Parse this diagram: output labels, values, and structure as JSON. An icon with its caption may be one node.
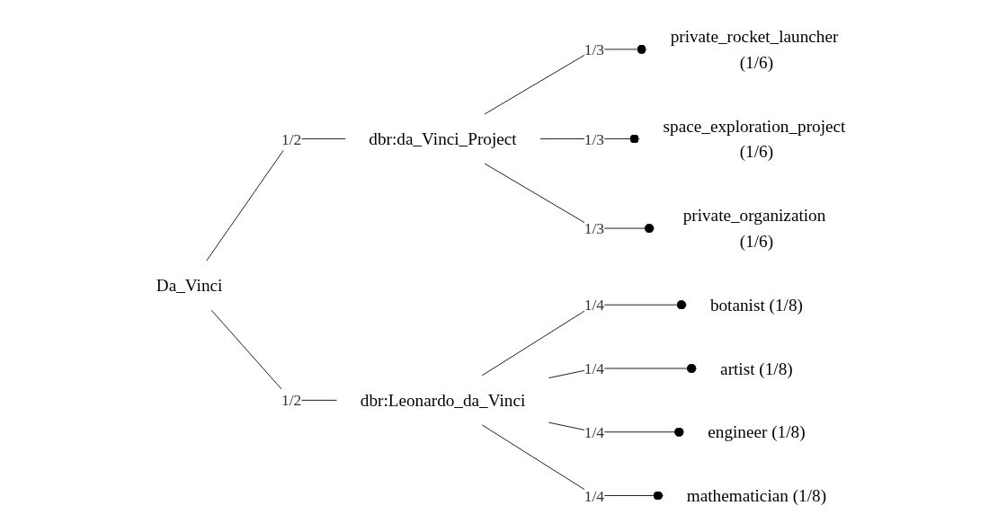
{
  "diagram": {
    "nodes": [
      {
        "text": [
          "Da_Vinci"
        ]
      },
      {
        "text": [
          "dbr:da_Vinci_Project"
        ]
      },
      {
        "text": [
          "dbr:Leonardo_da_Vinci"
        ]
      },
      {
        "text": [
          "private_rocket_launcher (1/6)"
        ]
      },
      {
        "text": [
          "space_exploration_project (1/6)"
        ]
      },
      {
        "text": [
          "private_organization (1/6)"
        ]
      },
      {
        "text": [
          "botanist (1/8)"
        ]
      },
      {
        "text": [
          "artist (1/8)"
        ]
      },
      {
        "text": [
          "engineer (1/8)"
        ]
      },
      {
        "text": [
          "mathematician (1/8)"
        ]
      }
    ],
    "edges": [
      {
        "from": 0,
        "to": 1,
        "arrow": "none",
        "label": "1/2"
      },
      {
        "from": 0,
        "to": 2,
        "arrow": "none",
        "label": "1/2"
      },
      {
        "from": 1,
        "to": 3,
        "arrow": "other",
        "label": "1/3"
      },
      {
        "from": 1,
        "to": 4,
        "arrow": "other",
        "label": "1/3"
      },
      {
        "from": 1,
        "to": 5,
        "arrow": "other",
        "label": "1/3"
      },
      {
        "from": 2,
        "to": 6,
        "arrow": "other",
        "label": "1/4"
      },
      {
        "from": 2,
        "to": 7,
        "arrow": "other",
        "label": "1/4"
      },
      {
        "from": 2,
        "to": 8,
        "arrow": "other",
        "label": "1/4"
      },
      {
        "from": 2,
        "to": 9,
        "arrow": "other",
        "label": "1/4"
      }
    ]
  }
}
